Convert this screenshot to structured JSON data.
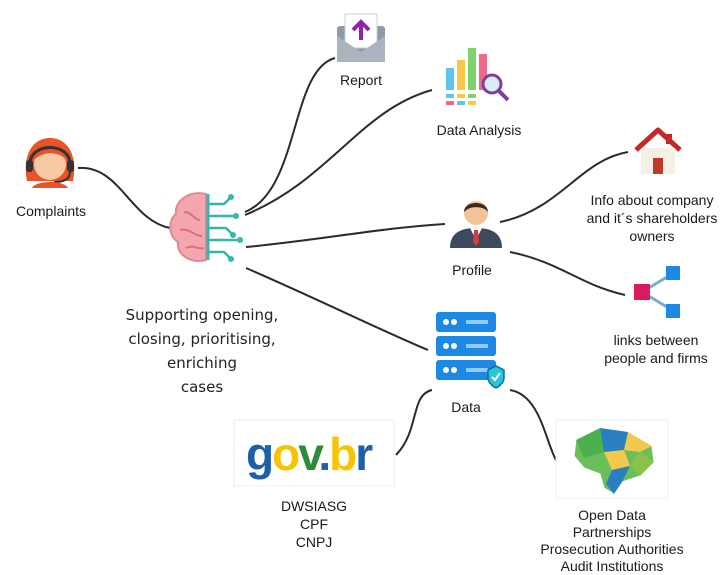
{
  "nodes": {
    "complaints": {
      "label": "Complaints",
      "icon": "headset-agent-icon"
    },
    "brain": {
      "icon": "brain-circuit-icon",
      "caption": [
        "Supporting opening,",
        "closing, prioritising,",
        "enriching",
        "cases"
      ]
    },
    "report": {
      "label": "Report",
      "icon": "envelope-upload-icon"
    },
    "data_analysis": {
      "label": "Data Analysis",
      "icon": "bar-chart-magnifier-icon"
    },
    "profile": {
      "label": "Profile",
      "icon": "businessman-icon"
    },
    "company_info": {
      "label": [
        "Info about company",
        "and it´s shareholders",
        "owners"
      ],
      "icon": "house-icon"
    },
    "links": {
      "label": [
        "links between",
        "people and firms"
      ],
      "icon": "network-share-icon"
    },
    "data": {
      "label": "Data",
      "icon": "server-database-icon"
    },
    "govbr": {
      "logo": "gov.br",
      "label": [
        "DWSIASG",
        "CPF",
        "CNPJ"
      ]
    },
    "brazil": {
      "icon": "brazil-map-icon",
      "label": [
        "Open Data",
        "Partnerships",
        "Prosecution Authorities",
        "Audit Institutions"
      ]
    }
  },
  "colors": {
    "connector": "#2b2b2b",
    "brain_pink": "#f4a6ae",
    "circuit_teal": "#38b6a8",
    "server_blue": "#1e88e5",
    "gov_blue": "#1d5fab",
    "gov_yellow": "#f6c400",
    "gov_green": "#2e8b3a"
  }
}
